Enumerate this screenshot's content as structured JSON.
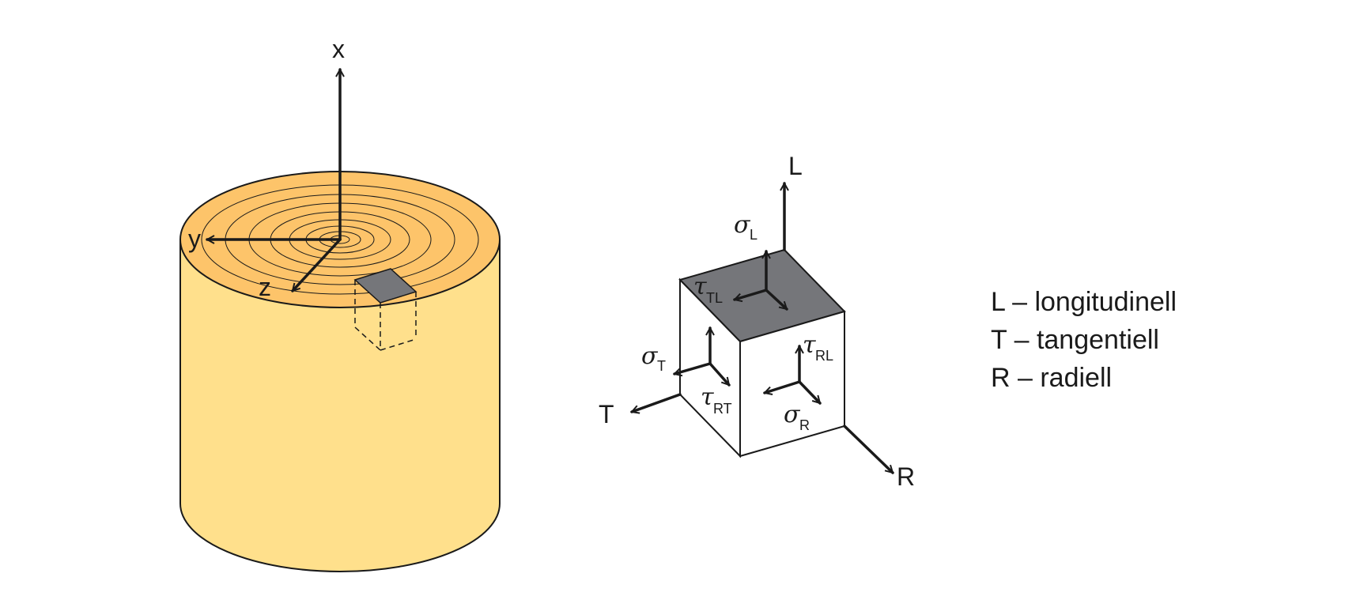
{
  "log_axes": {
    "x": "x",
    "y": "y",
    "z": "z"
  },
  "cube_axes": {
    "L": "L",
    "T": "T",
    "R": "R"
  },
  "stresses": {
    "sigma_L": {
      "sym": "σ",
      "sub": "L"
    },
    "tau_TL": {
      "sym": "τ",
      "sub": "TL"
    },
    "sigma_T": {
      "sym": "σ",
      "sub": "T"
    },
    "tau_RT": {
      "sym": "τ",
      "sub": "RT"
    },
    "tau_RL": {
      "sym": "τ",
      "sub": "RL"
    },
    "sigma_R": {
      "sym": "σ",
      "sub": "R"
    }
  },
  "legend": [
    "L – longitudinell",
    "T – tangentiell",
    "R – radiell"
  ],
  "colors": {
    "log_side": "#ffe08c",
    "log_top": "#fdc46a",
    "sample_face": "#75767a",
    "cube_top": "#75767a",
    "cube_faces": "#ffffff",
    "stroke": "#1a1a1a"
  }
}
